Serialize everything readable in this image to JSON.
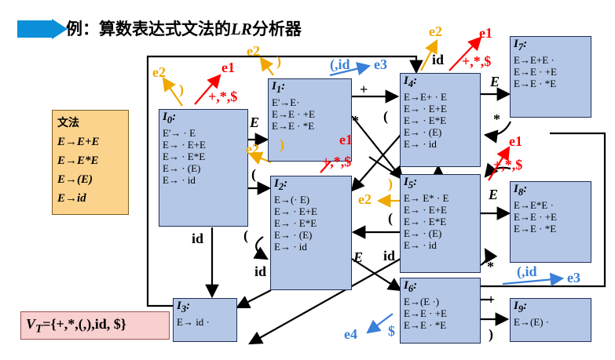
{
  "title": {
    "prefix": "例：算数表达式文法的",
    "italic_part": "LR",
    "suffix": "分析器"
  },
  "grammar": {
    "heading": "文法",
    "rules": [
      "E→E+E",
      "E→E*E",
      "E→(E)",
      "E→id"
    ]
  },
  "vt": "V",
  "vt_sub": "T",
  "vt_rest": "={+,*,(,),id, $}",
  "states": [
    {
      "id": "I0",
      "name": "I",
      "sub": "0",
      "items": [
        "E'→ · E",
        "E→ · E+E",
        "E→ · E*E",
        "E→ · (E)",
        "E→ · id"
      ]
    },
    {
      "id": "I1",
      "name": "I",
      "sub": "1",
      "items": [
        "E'→E·",
        "E→E · +E",
        "E→E · *E"
      ]
    },
    {
      "id": "I2",
      "name": "I",
      "sub": "2",
      "items": [
        "E→(· E)",
        "E→ · E+E",
        "E→ · E*E",
        "E→ · (E)",
        "E→ · id"
      ]
    },
    {
      "id": "I3",
      "name": "I",
      "sub": "3",
      "items": [
        "E→ id ·"
      ]
    },
    {
      "id": "I4",
      "name": "I",
      "sub": "4",
      "items": [
        "E→E+ · E",
        "E→ · E+E",
        "E→ · E*E",
        "E→ · (E)",
        "E→ · id"
      ]
    },
    {
      "id": "I5",
      "name": "I",
      "sub": "5",
      "items": [
        "E→ E* · E",
        "E→ · E+E",
        "E→ · E*E",
        "E→ · (E)",
        "E→ · id"
      ]
    },
    {
      "id": "I6",
      "name": "I",
      "sub": "6",
      "items": [
        "E→(E ·)",
        "E→E · +E",
        "E→E · *E"
      ]
    },
    {
      "id": "I7",
      "name": "I",
      "sub": "7",
      "items": [
        "E→E+E ·",
        "E→E · +E",
        "E→E · *E"
      ]
    },
    {
      "id": "I8",
      "name": "I",
      "sub": "8",
      "items": [
        "E→E*E ·",
        "E→E · +E",
        "E→E · *E"
      ]
    },
    {
      "id": "I9",
      "name": "I",
      "sub": "9",
      "items": [
        "E→(E) ·"
      ]
    }
  ],
  "labels": {
    "e1": "e1",
    "e2": "e2",
    "e3": "e3",
    "e4": "e4",
    "ops": "+,*,$",
    "lparen_id": "(,id",
    "rparen": ")",
    "lparen": "(",
    "E": "E",
    "plus": "+",
    "star": "*",
    "id": "id",
    "dollar": "$"
  },
  "colors": {
    "error1": "#ff0000",
    "error2": "#f0a800",
    "error3": "#3a7fd8",
    "box": "#b4c7e7",
    "grammar": "#fbd38d",
    "vt": "#f8d0d0",
    "accent": "#0070c0"
  }
}
